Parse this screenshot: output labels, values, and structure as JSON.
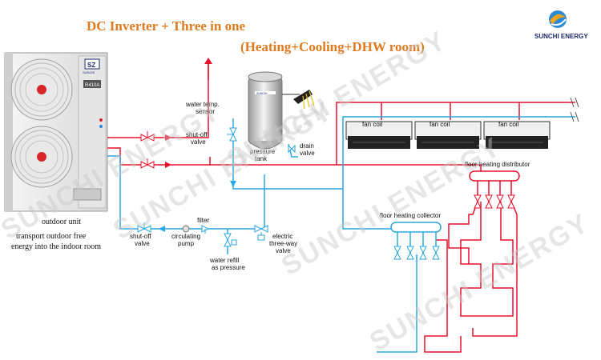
{
  "title": {
    "line1": "DC Inverter + Three in one",
    "line2": "(Heating+Cooling+DHW room)"
  },
  "brand": {
    "name": "SUNCHI ENERGY",
    "unit_brand": "SUNCHI",
    "refrigerant": "R410A"
  },
  "watermark": "SUNCHI ENERGY",
  "labels": {
    "outdoor_unit": "outdoor unit",
    "outdoor_desc_1": "transport outdoor free",
    "outdoor_desc_2": "energy into the indoor room",
    "water_temp_1": "water temp.",
    "water_temp_2": "sensor",
    "shutoff_top_1": "shut-off",
    "shutoff_top_2": "valve",
    "pressure_tank_1": "pressure",
    "pressure_tank_2": "tank",
    "drain_1": "drain",
    "drain_2": "valve",
    "fan_coil_1": "fan coil",
    "fan_coil_2": "fan coil",
    "fan_coil_3": "fan coil",
    "floor_distributor": "floor heating distributor",
    "floor_collector": "floor heating collector",
    "shutoff_bottom_1": "shut-off",
    "shutoff_bottom_2": "valve",
    "circ_pump_1": "circulating",
    "circ_pump_2": "pump",
    "filter": "filter",
    "water_refill_1": "water refill",
    "water_refill_2": "as pressure",
    "three_way_1": "electric",
    "three_way_2": "three-way",
    "three_way_3": "valve"
  },
  "colors": {
    "hot_pipe": "#e8102a",
    "cold_pipe": "#2aa6e0",
    "title": "#e07a1e",
    "brand": "#1a2a6c"
  }
}
